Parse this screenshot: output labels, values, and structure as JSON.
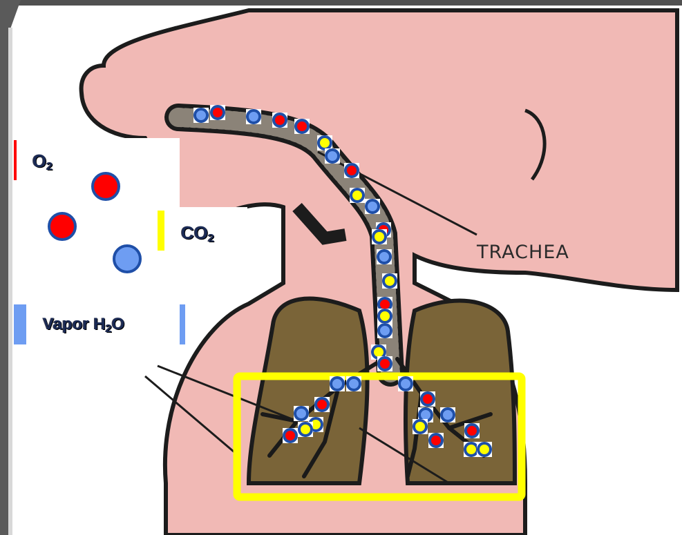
{
  "labels": {
    "o2": "O",
    "o2_sub": "2",
    "co2": "CO",
    "co2_sub": "2",
    "vapor": "Vapor H",
    "vapor_sub": "2",
    "vapor_tail": "O",
    "trachea": "TRACHEA"
  },
  "colors": {
    "oxygen": "#ff0000",
    "carbon_dioxide": "#ffff00",
    "water_vapor": "#6e9df2",
    "molecule_ring": "#1f4fa8",
    "highlight_box": "#ffff00",
    "body_skin": "#f1b9b5",
    "lung": "#7a6438",
    "top_bar": "#505050"
  },
  "molecule_types": [
    "oxygen-molecule",
    "carbon-dioxide-molecule",
    "water-vapor-molecule"
  ]
}
